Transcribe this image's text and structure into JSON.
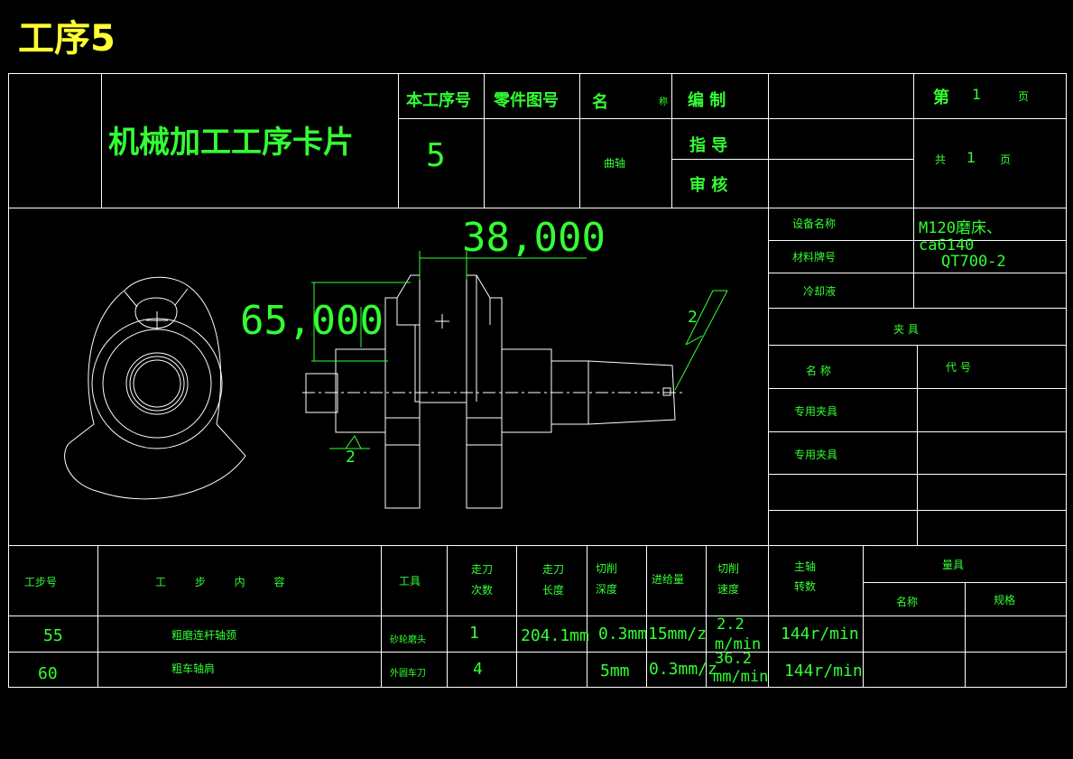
{
  "title": "工序5",
  "header": {
    "card_title": "机械加工工序卡片",
    "op_no_label": "本工序号",
    "part_drawing_label": "零件图号",
    "name_label": "名",
    "name_label2": "称",
    "compile_label": "编 制",
    "guide_label": "指 导",
    "review_label": "审 核",
    "page_label": "第",
    "page_num": "1",
    "page_unit": "页",
    "total_label": "共",
    "total_num": "1",
    "total_unit": "页",
    "op_no_value": "5",
    "part_name": "曲轴"
  },
  "equipment": {
    "equip_label": "设备名称",
    "equip_value1": "M120磨床、",
    "equip_value2": "ca6140",
    "material_label": "材料牌号",
    "material_value": "QT700-2",
    "coolant_label": "冷却液",
    "fixture_label": "夹 具",
    "fixture_name_label": "名 称",
    "fixture_code_label": "代 号",
    "fixture_row1": "专用夹具",
    "fixture_row2": "专用夹具"
  },
  "drawing": {
    "dim_width": "38,000",
    "dim_diameter": "65,000",
    "rough_mark_a": "2",
    "rough_mark_b": "2"
  },
  "table": {
    "headers": {
      "step_no": "工步号",
      "content": "工 步 内 容",
      "tool": "工具",
      "passes_1": "走刀",
      "passes_2": "次数",
      "length_1": "走刀",
      "length_2": "长度",
      "depth_1": "切削",
      "depth_2": "深度",
      "feed": "进给量",
      "speed_1": "切削",
      "speed_2": "速度",
      "spindle_1": "主轴",
      "spindle_2": "转数",
      "gauge": "量具",
      "gauge_name": "名称",
      "gauge_spec": "规格"
    },
    "rows": [
      {
        "step": "55",
        "content": "粗磨连杆轴颈",
        "tool": "砂轮磨头",
        "passes": "1",
        "length": "204.1mm",
        "depth": "0.3mm",
        "feed": "15mm/z",
        "speed_a": "2.2",
        "speed_b": "m/min",
        "spindle": "144r/min"
      },
      {
        "step": "60",
        "content": "粗车轴肩",
        "tool": "外圆车刀",
        "passes": "4",
        "length": "",
        "depth": "5mm",
        "feed": "0.3mm/z",
        "speed_a": "36.2",
        "speed_b": "mm/min",
        "spindle": "144r/min"
      }
    ]
  },
  "colors": {
    "line": "#ffffff",
    "text": "#33ff33",
    "title": "#ffff33",
    "bg": "#000000"
  }
}
